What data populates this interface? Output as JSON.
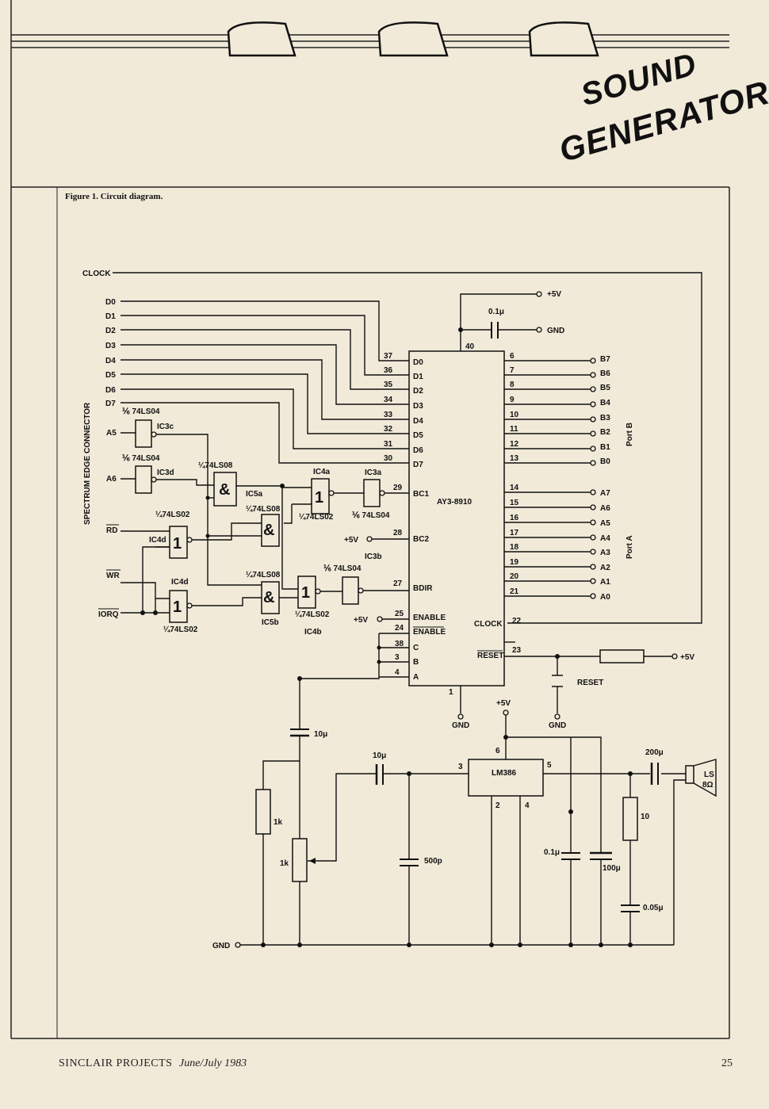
{
  "header": {
    "title_line1": "SOUND",
    "title_line2": "GENERATOR"
  },
  "figure": {
    "caption": "Figure 1. Circuit diagram.",
    "edge_connector_label": "SPECTRUM EDGE CONNECTOR",
    "signals": {
      "clock": "CLOCK",
      "data": [
        "D0",
        "D1",
        "D2",
        "D3",
        "D4",
        "D5",
        "D6",
        "D7"
      ],
      "a5": "A5",
      "a6": "A6",
      "rd": "RD",
      "wr": "WR",
      "iorq": "IORQ",
      "gnd": "GND",
      "plus5v": "+5V"
    },
    "chip": {
      "name": "AY3-8910",
      "left_pins": [
        {
          "num": "37",
          "label": "D0"
        },
        {
          "num": "36",
          "label": "D1"
        },
        {
          "num": "35",
          "label": "D2"
        },
        {
          "num": "34",
          "label": "D3"
        },
        {
          "num": "33",
          "label": "D4"
        },
        {
          "num": "32",
          "label": "D5"
        },
        {
          "num": "31",
          "label": "D6"
        },
        {
          "num": "30",
          "label": "D7"
        },
        {
          "num": "29",
          "label": "BC1"
        },
        {
          "num": "28",
          "label": "BC2"
        },
        {
          "num": "27",
          "label": "BDIR"
        },
        {
          "num": "25",
          "label": "ENABLE"
        },
        {
          "num": "24",
          "label": "ENABLE"
        },
        {
          "num": "38",
          "label": "C"
        },
        {
          "num": "3",
          "label": "B"
        },
        {
          "num": "4",
          "label": "A"
        }
      ],
      "right_pins_b": [
        {
          "num": "6",
          "label": "B7"
        },
        {
          "num": "7",
          "label": "B6"
        },
        {
          "num": "8",
          "label": "B5"
        },
        {
          "num": "9",
          "label": "B4"
        },
        {
          "num": "10",
          "label": "B3"
        },
        {
          "num": "11",
          "label": "B2"
        },
        {
          "num": "12",
          "label": "B1"
        },
        {
          "num": "13",
          "label": "B0"
        }
      ],
      "right_pins_a": [
        {
          "num": "14",
          "label": "A7"
        },
        {
          "num": "15",
          "label": "A6"
        },
        {
          "num": "16",
          "label": "A5"
        },
        {
          "num": "17",
          "label": "A4"
        },
        {
          "num": "18",
          "label": "A3"
        },
        {
          "num": "19",
          "label": "A2"
        },
        {
          "num": "20",
          "label": "A1"
        },
        {
          "num": "21",
          "label": "A0"
        }
      ],
      "clock_pin": {
        "num": "22",
        "label": "CLOCK"
      },
      "reset_pin": {
        "num": "23",
        "label": "RESET"
      },
      "top_pin": "40",
      "bottom_pin": "1",
      "port_b": "Port  B",
      "port_a": "Port  A"
    },
    "gates": {
      "ic3c": "IC3c",
      "ic3d": "IC3d",
      "ic4a": "IC4a",
      "ic3a": "IC3a",
      "ic5a": "IC5a",
      "ic4d_1": "IC4d",
      "ic4d_2": "IC4d",
      "ic3b": "IC3b",
      "ic5b": "IC5b",
      "ic4b": "IC4b",
      "t74ls04_a": "⅙ 74LS04",
      "t74ls04_b": "⅙ 74LS04",
      "t74ls04_c": "⅙ 74LS04",
      "t74ls04_d": "⅙ 74LS04",
      "t74ls08_a": "¼74LS08",
      "t74ls08_b": "¼74LS08",
      "t74ls08_c": "¼74LS08",
      "t74ls02_a": "¼74LS02",
      "t74ls02_b": "¼74LS02",
      "t74ls02_c": "¼74LS02",
      "t74ls02_d": "¼74LS02",
      "sym_not": "1",
      "sym_and": "&"
    },
    "components": {
      "cap_top": "0.1μ",
      "reset_switch": "RESET",
      "amp": "LM386",
      "amp_pins": {
        "p3": "3",
        "p5": "5",
        "p6": "6",
        "p2": "2",
        "p4": "4"
      },
      "c_10u_a": "10μ",
      "c_10u_b": "10μ",
      "r_1k": "1k",
      "pot_1k": "1k",
      "c_500p": "500p",
      "c_01u": "0.1μ",
      "c_100u": "100μ",
      "c_200u": "200μ",
      "r_10": "10",
      "c_005u": "0.05μ",
      "speaker": "LS",
      "speaker_ohm": "8Ω"
    }
  },
  "footer": {
    "publication": "SINCLAIR PROJECTS",
    "date": "June/July 1983",
    "page": "25"
  }
}
